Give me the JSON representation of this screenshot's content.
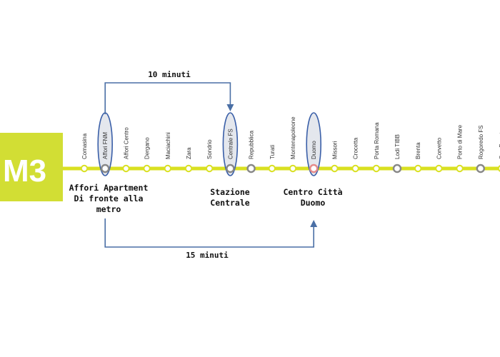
{
  "line": {
    "name": "M3",
    "color": "#d9e021",
    "badge_color": "#d2de34"
  },
  "stations": [
    {
      "name": "Comasina",
      "interchange": false,
      "highlight": false
    },
    {
      "name": "Affori FNM",
      "interchange": true,
      "highlight": true
    },
    {
      "name": "Affori Centro",
      "interchange": false,
      "highlight": false
    },
    {
      "name": "Dergano",
      "interchange": false,
      "highlight": false
    },
    {
      "name": "Maciachini",
      "interchange": false,
      "highlight": false
    },
    {
      "name": "Zara",
      "interchange": false,
      "highlight": false
    },
    {
      "name": "Sondrio",
      "interchange": false,
      "highlight": false
    },
    {
      "name": "Centrale FS",
      "interchange": true,
      "highlight": true
    },
    {
      "name": "Repubblica",
      "interchange": true,
      "highlight": false
    },
    {
      "name": "Turati",
      "interchange": false,
      "highlight": false
    },
    {
      "name": "Montenapoleone",
      "interchange": false,
      "highlight": false
    },
    {
      "name": "Duomo",
      "interchange": true,
      "highlight": true
    },
    {
      "name": "Missori",
      "interchange": false,
      "highlight": false
    },
    {
      "name": "Crocetta",
      "interchange": false,
      "highlight": false
    },
    {
      "name": "Porta Romana",
      "interchange": false,
      "highlight": false
    },
    {
      "name": "Lodi TIBB",
      "interchange": true,
      "highlight": false
    },
    {
      "name": "Brenta",
      "interchange": false,
      "highlight": false
    },
    {
      "name": "Corvetto",
      "interchange": false,
      "highlight": false
    },
    {
      "name": "Porto di Mare",
      "interchange": false,
      "highlight": false
    },
    {
      "name": "Rogoredo FS",
      "interchange": true,
      "highlight": false
    },
    {
      "name": "San Donato",
      "interchange": false,
      "highlight": false
    }
  ],
  "callouts": {
    "apartment": [
      "Affori Apartment",
      "Di fronte alla",
      "metro"
    ],
    "central_station": [
      "Stazione",
      "Centrale"
    ],
    "city_center": [
      "Centro Città",
      "Duomo"
    ]
  },
  "routes": {
    "to_central": {
      "label": "10 minuti",
      "minutes": 10
    },
    "to_duomo": {
      "label": "15 minuti",
      "minutes": 15
    }
  },
  "colors": {
    "highlight_ellipse": "#3a5fa8",
    "interchange_ring": "#888888",
    "duomo_ring": "#e58a8a",
    "route_arrow": "#4a6fa5"
  }
}
